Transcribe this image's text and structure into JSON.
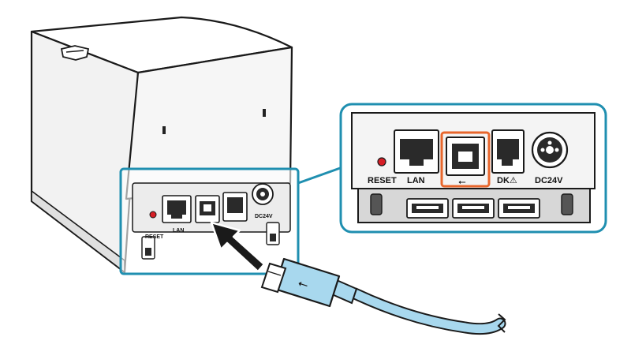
{
  "labels": {
    "small": {
      "reset": "RESET",
      "lan": "LAN",
      "dc": "DC24V"
    },
    "zoom": {
      "reset": "RESET",
      "lan": "LAN",
      "dk": "DK⚠",
      "dc": "DC24V"
    }
  },
  "icons": {
    "usb_symbol": "⭠"
  },
  "colors": {
    "highlight_frame": "#1f8fb0",
    "usb_port_highlight": "#e8662c",
    "reset_led": "#d61f26",
    "cable": "#a8d8ee",
    "arrow": "#1a1a1a"
  }
}
